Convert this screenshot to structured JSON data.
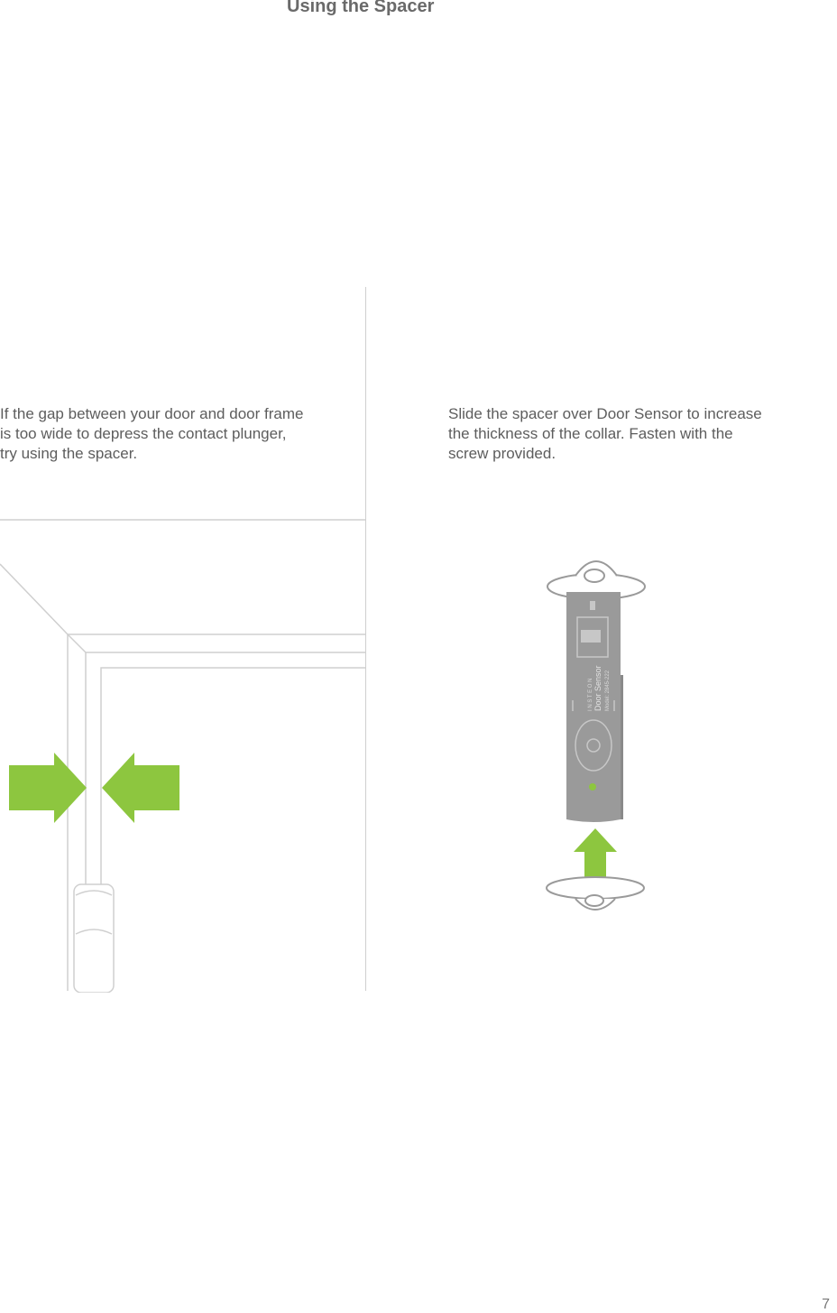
{
  "page": {
    "title": "Using the Spacer",
    "number": "7"
  },
  "left": {
    "paragraph": "If the gap between your door and door frame is too wide to depress the contact plunger, try using the spacer."
  },
  "right": {
    "paragraph": "Slide the spacer over Door Sensor to increase the thickness of the collar. Fasten with the screw provided."
  },
  "device_label": {
    "brand": "I N S T E O N",
    "name": "Door Sensor",
    "model": "Model: 2845-222"
  },
  "colors": {
    "accent_green": "#8dc63f",
    "device_gray": "#9a9a9a",
    "line_gray": "#cfcfcf"
  }
}
